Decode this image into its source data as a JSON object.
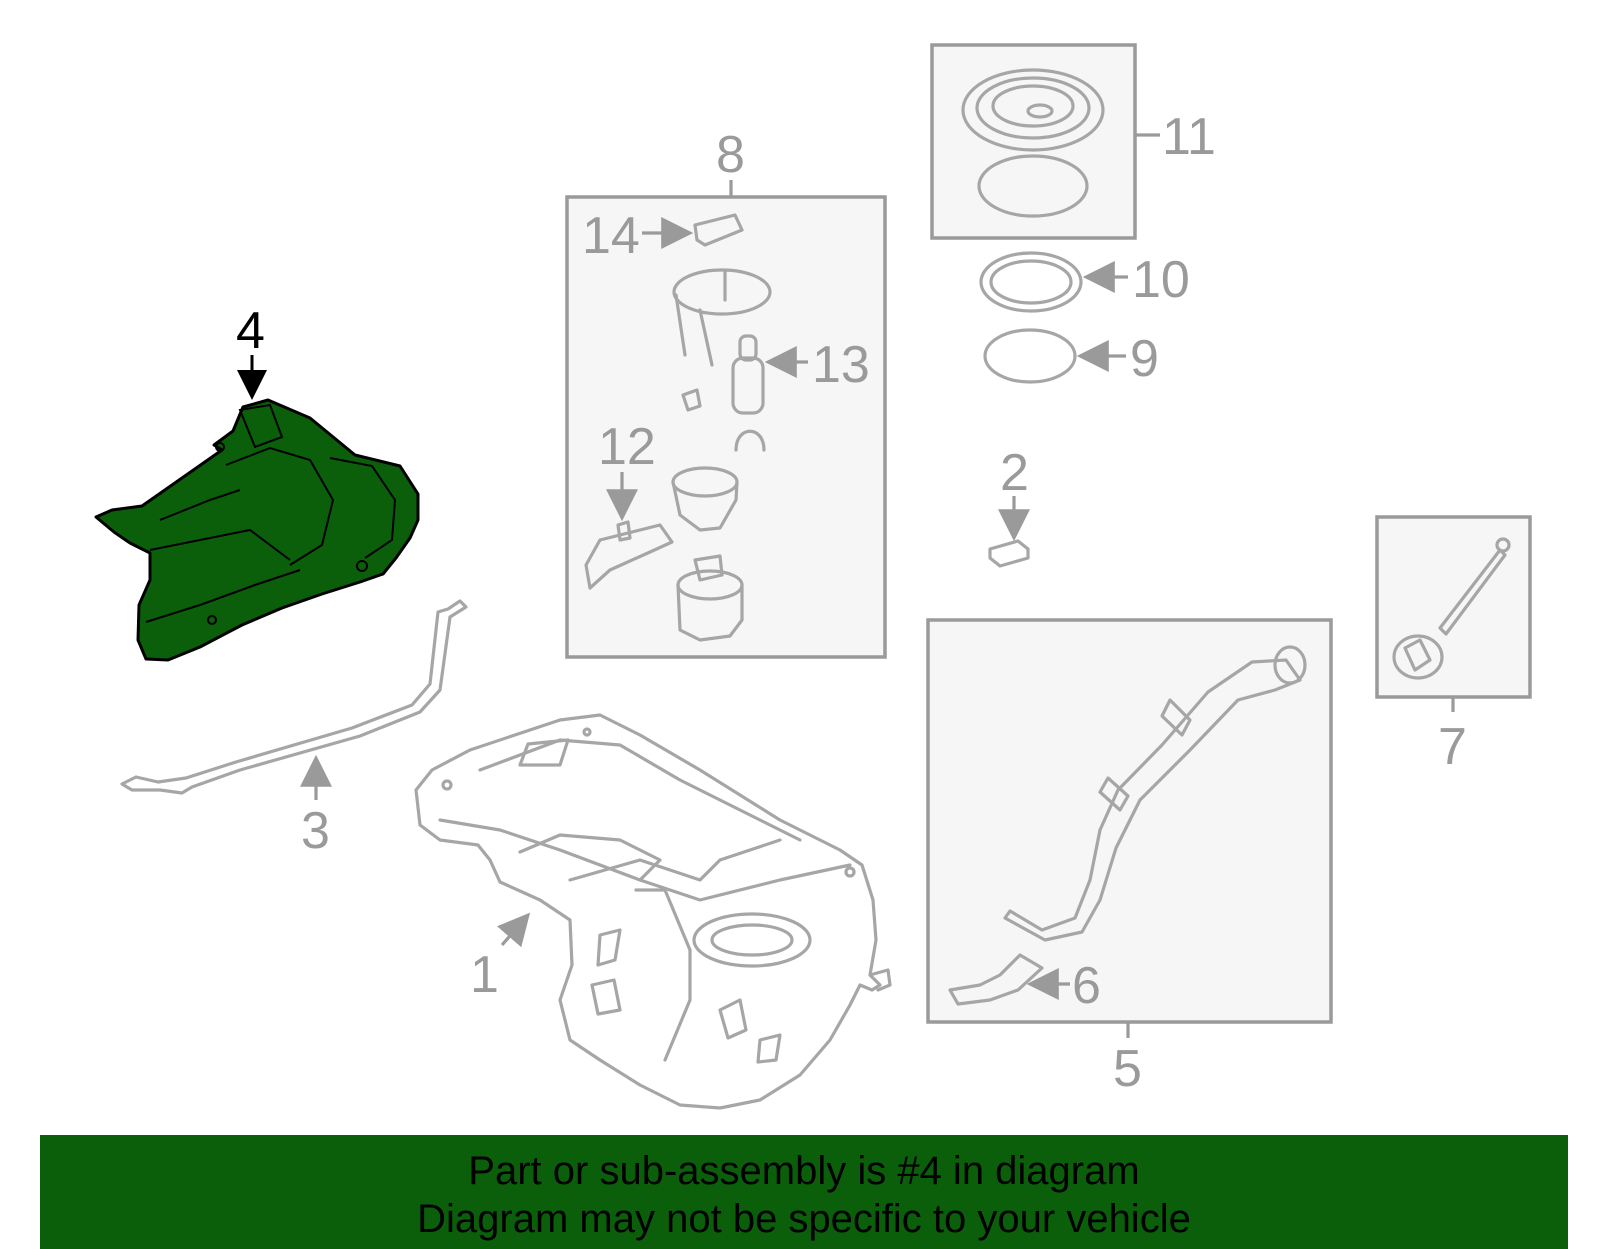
{
  "diagram": {
    "highlighted_part": "4",
    "highlight_color": "#0b5f0b",
    "line_color": "#a6a6a6",
    "callouts": {
      "c1": "1",
      "c2": "2",
      "c3": "3",
      "c4": "4",
      "c5": "5",
      "c6": "6",
      "c7": "7",
      "c8": "8",
      "c9": "9",
      "c10": "10",
      "c11": "11",
      "c12": "12",
      "c13": "13",
      "c14": "14"
    }
  },
  "banner": {
    "line1": "Part or sub-assembly is #4 in diagram",
    "line2": "Diagram may not be specific to your vehicle",
    "background": "#0b5f0b"
  }
}
